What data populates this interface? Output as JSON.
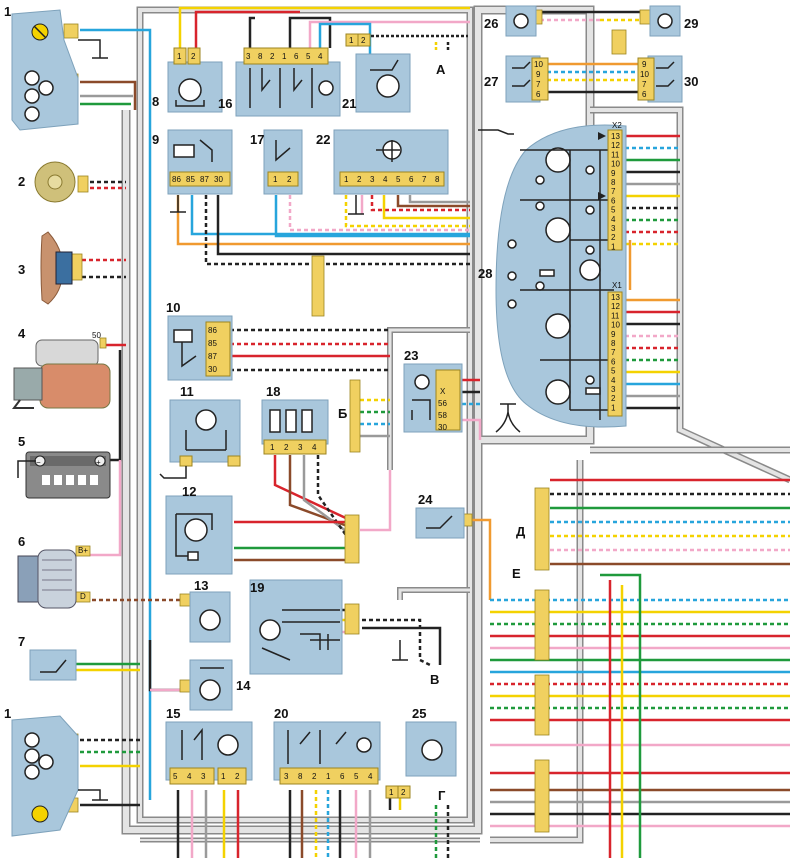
{
  "colors": {
    "block": "#a9c7dc",
    "harness_fill": "#e4e4e4",
    "harness_edge": "#8a8a8a",
    "connector": "#f0d060",
    "red": "#d8242c",
    "blue": "#27a5dc",
    "yellow": "#f4d200",
    "green": "#1f9a3c",
    "brown": "#8b4a2a",
    "pink": "#f2a8c8",
    "orange": "#f09a30",
    "black": "#222222",
    "gray": "#9a9a9a",
    "white": "#ffffff"
  },
  "components": [
    {
      "id": "1"
    },
    {
      "id": "2"
    },
    {
      "id": "3"
    },
    {
      "id": "4"
    },
    {
      "id": "5"
    },
    {
      "id": "6"
    },
    {
      "id": "7"
    },
    {
      "id": "8"
    },
    {
      "id": "9"
    },
    {
      "id": "10"
    },
    {
      "id": "11"
    },
    {
      "id": "12"
    },
    {
      "id": "13"
    },
    {
      "id": "14"
    },
    {
      "id": "15"
    },
    {
      "id": "16"
    },
    {
      "id": "17"
    },
    {
      "id": "18"
    },
    {
      "id": "19"
    },
    {
      "id": "20"
    },
    {
      "id": "21"
    },
    {
      "id": "22"
    },
    {
      "id": "23"
    },
    {
      "id": "24"
    },
    {
      "id": "25"
    },
    {
      "id": "26"
    },
    {
      "id": "27"
    },
    {
      "id": "28"
    },
    {
      "id": "29"
    },
    {
      "id": "30"
    }
  ],
  "pin_labels": {
    "c8": [
      "1",
      "2"
    ],
    "c16": [
      "3",
      "8",
      "2",
      "1",
      "6",
      "5",
      "4"
    ],
    "c21": [
      "1",
      "2"
    ],
    "c9": [
      "86",
      "85",
      "87",
      "30"
    ],
    "c17": [
      "1",
      "2"
    ],
    "c22": [
      "1",
      "2",
      "3",
      "4",
      "5",
      "6",
      "7",
      "8"
    ],
    "c10": [
      "86",
      "85",
      "87",
      "30"
    ],
    "c18": [
      "1",
      "2",
      "3",
      "4"
    ],
    "c23": [
      "X",
      "56",
      "58",
      "30"
    ],
    "c15": [
      "5",
      "4",
      "3",
      "1",
      "2"
    ],
    "c20": [
      "3",
      "8",
      "2",
      "1",
      "6",
      "5",
      "4"
    ],
    "c25": [
      "1",
      "2"
    ],
    "c27": [
      "10",
      "9",
      "7",
      "6"
    ],
    "c30": [
      "9",
      "10",
      "7",
      "6"
    ],
    "c28_x2": [
      "13",
      "12",
      "11",
      "10",
      "9",
      "8",
      "7",
      "6",
      "5",
      "4",
      "3",
      "2",
      "1"
    ],
    "c28_x1": [
      "13",
      "12",
      "11",
      "10",
      "9",
      "8",
      "7",
      "6",
      "5",
      "4",
      "3",
      "2",
      "1"
    ],
    "starter": "50",
    "gen_b": "B+",
    "gen_d": "D"
  },
  "connector_ids": {
    "x2": "X2",
    "x1": "X1"
  },
  "connection_letters": [
    {
      "id": "a",
      "text": "А"
    },
    {
      "id": "b",
      "text": "Б"
    },
    {
      "id": "v",
      "text": "В"
    },
    {
      "id": "g",
      "text": "Г"
    },
    {
      "id": "d",
      "text": "Д"
    },
    {
      "id": "e",
      "text": "Е"
    }
  ],
  "icons": [
    "bulb-icon",
    "relay-icon",
    "switch-icon",
    "motor-icon",
    "ground-icon",
    "diode-icon",
    "transistor-icon",
    "fuse-icon"
  ]
}
